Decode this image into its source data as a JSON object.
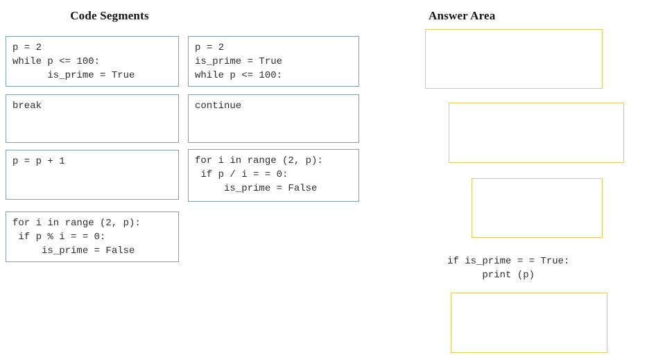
{
  "question": {
    "left_title": "Code Segments",
    "right_title": "Answer Area"
  },
  "segments": [
    {
      "code": "p = 2\nwhile p <= 100:\n      is_prime = True"
    },
    {
      "code": "p = 2\nis_prime = True\nwhile p <= 100:"
    },
    {
      "code": "break"
    },
    {
      "code": "continue"
    },
    {
      "code": "p = p + 1"
    },
    {
      "code": "for i in range (2, p):\n if p / i = = 0:\n     is_prime = False"
    },
    {
      "code": "for i in range (2, p):\n if p % i = = 0:\n     is_prime = False"
    }
  ],
  "answer_area": {
    "static_code": "if is_prime = = True:\n      print (p)",
    "slots": [
      "",
      "",
      "",
      ""
    ]
  },
  "colors": {
    "segment_border": "#7ba0ac",
    "slot_border": "#e9c85e",
    "background": "#ffffff",
    "text": "#2e2e2e"
  }
}
